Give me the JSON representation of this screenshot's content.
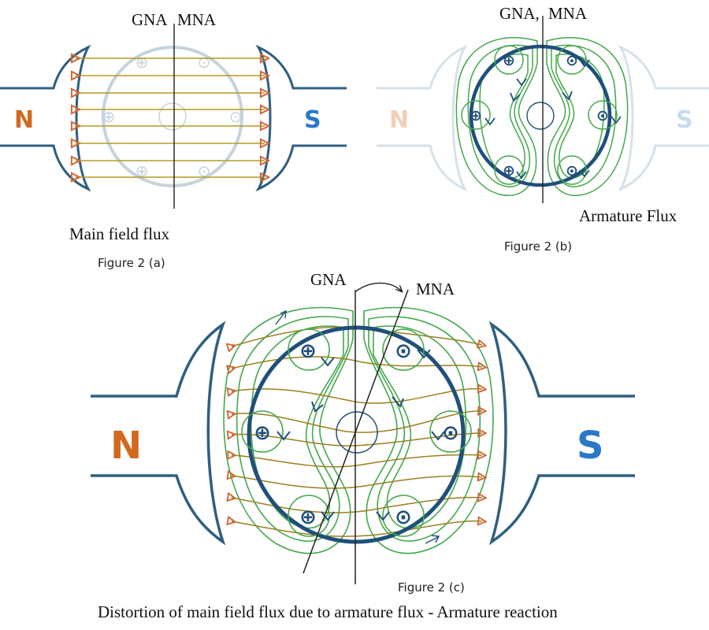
{
  "colors": {
    "pole_outline": "#2f5f80",
    "field_line": "#b59b24",
    "arrow": "#cf6a3a",
    "armature_flux": "#43a84a",
    "rotor": "#1f4f7a",
    "rotor_faded": "#c5d3dd",
    "n_label": "#d2691e",
    "s_label": "#2a78c8",
    "axis": "#222222"
  },
  "figure_a": {
    "gna_label": "GNA",
    "mna_label": "MNA",
    "n_label": "N",
    "s_label": "S",
    "title": "Main field flux",
    "caption": "Figure 2 (a)"
  },
  "figure_b": {
    "gna_label": "GNA,",
    "mna_label": "MNA",
    "n_label": "N",
    "s_label": "S",
    "title": "Armature Flux",
    "caption": "Figure 2 (b)"
  },
  "figure_c": {
    "gna_label": "GNA",
    "mna_label": "MNA",
    "n_label": "N",
    "s_label": "S",
    "caption": "Figure 2 (c)",
    "title": "Distortion of main field flux due to armature flux - Armature reaction"
  },
  "conductor_symbols": {
    "into_page": "⊕",
    "out_of_page": "⊙"
  }
}
